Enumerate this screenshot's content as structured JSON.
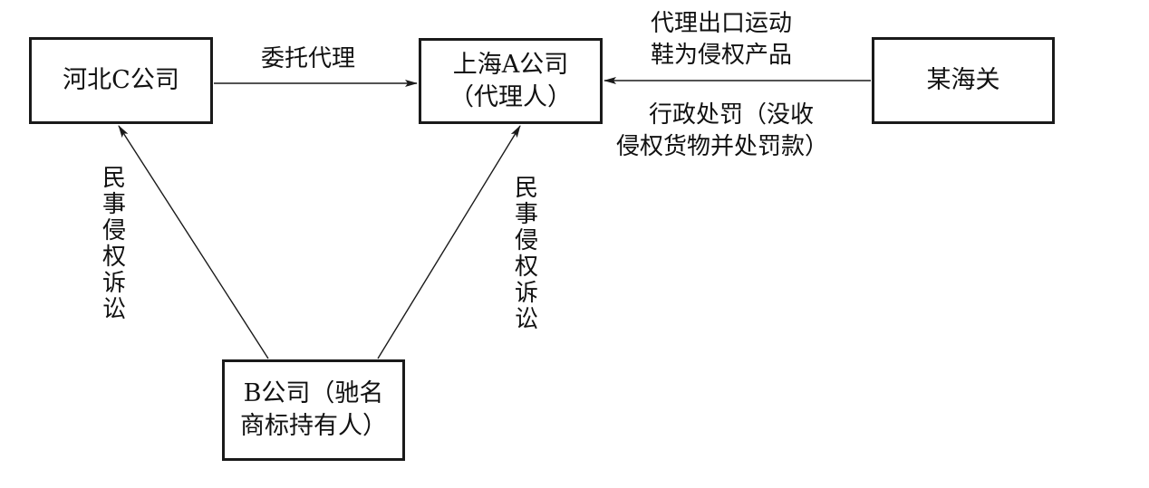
{
  "nodes": {
    "hebei": {
      "line1": "河北C公司"
    },
    "shanghai": {
      "line1": "上海A公司",
      "line2": "（代理人）"
    },
    "customs": {
      "line1": "某海关"
    },
    "b_company": {
      "line1": "B公司（驰名",
      "line2": "商标持有人）"
    }
  },
  "edges": {
    "entrust": {
      "text": "委托代理"
    },
    "export": {
      "line1": "代理出口运动",
      "line2": "鞋为侵权产品"
    },
    "penalty": {
      "line1": "行政处罚（没收",
      "line2": "侵权货物并处罚款）"
    },
    "suit_left": {
      "text": "民事侵权诉讼"
    },
    "suit_right": {
      "text": "民事侵权诉讼"
    }
  },
  "colors": {
    "line": "#1a1a1a",
    "background": "#ffffff"
  }
}
